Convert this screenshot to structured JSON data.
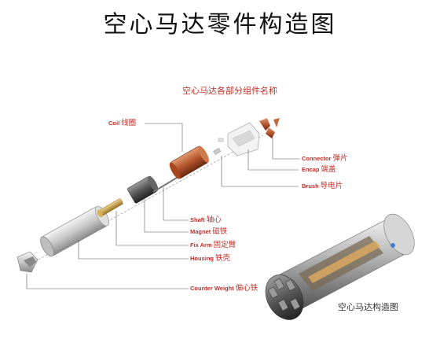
{
  "title": "空心马达零件构造图",
  "subtitle": "空心马达各部分组件名称",
  "labels": {
    "coil": {
      "en": "Coil",
      "zh": "线圈"
    },
    "connector": {
      "en": "Connector",
      "zh": "弹片"
    },
    "encap": {
      "en": "Encap",
      "zh": "端盖"
    },
    "brush": {
      "en": "Brush",
      "zh": "导电片"
    },
    "shaft": {
      "en": "Shaft",
      "zh": "轴心"
    },
    "magnet": {
      "en": "Magnet",
      "zh": "磁铁"
    },
    "fixarm": {
      "en": "Fix Arm",
      "zh": "固定臂"
    },
    "housing": {
      "en": "Housing",
      "zh": "铁壳"
    },
    "counterweight": {
      "en": "Counter Weight",
      "zh": "偏心铁"
    }
  },
  "caption": "空心马达构造图",
  "colors": {
    "label_red": "#c0302a",
    "copper": "#b5562e",
    "silver": "#c9c9c9",
    "brass": "#c9a24a"
  }
}
